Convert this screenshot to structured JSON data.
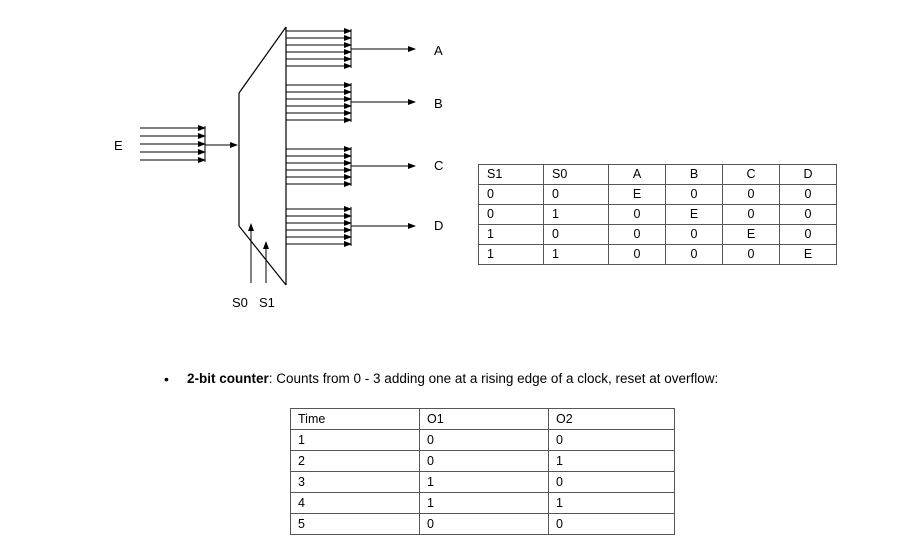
{
  "demux": {
    "input_label": "E",
    "outputs": [
      "A",
      "B",
      "C",
      "D"
    ],
    "select_labels": [
      "S0",
      "S1"
    ]
  },
  "truth_table": {
    "headers": [
      "S1",
      "S0",
      "A",
      "B",
      "C",
      "D"
    ],
    "rows": [
      [
        "0",
        "0",
        "E",
        "0",
        "0",
        "0"
      ],
      [
        "0",
        "1",
        "0",
        "E",
        "0",
        "0"
      ],
      [
        "1",
        "0",
        "0",
        "0",
        "E",
        "0"
      ],
      [
        "1",
        "1",
        "0",
        "0",
        "0",
        "E"
      ]
    ]
  },
  "counter": {
    "bullet": "•",
    "title": "2-bit counter",
    "description": ": Counts from 0 - 3 adding one at a rising edge of a clock, reset at overflow:",
    "headers": [
      "Time",
      "O1",
      "O2"
    ],
    "rows": [
      [
        "1",
        "0",
        "0"
      ],
      [
        "2",
        "0",
        "1"
      ],
      [
        "3",
        "1",
        "0"
      ],
      [
        "4",
        "1",
        "1"
      ],
      [
        "5",
        "0",
        "0"
      ]
    ]
  }
}
